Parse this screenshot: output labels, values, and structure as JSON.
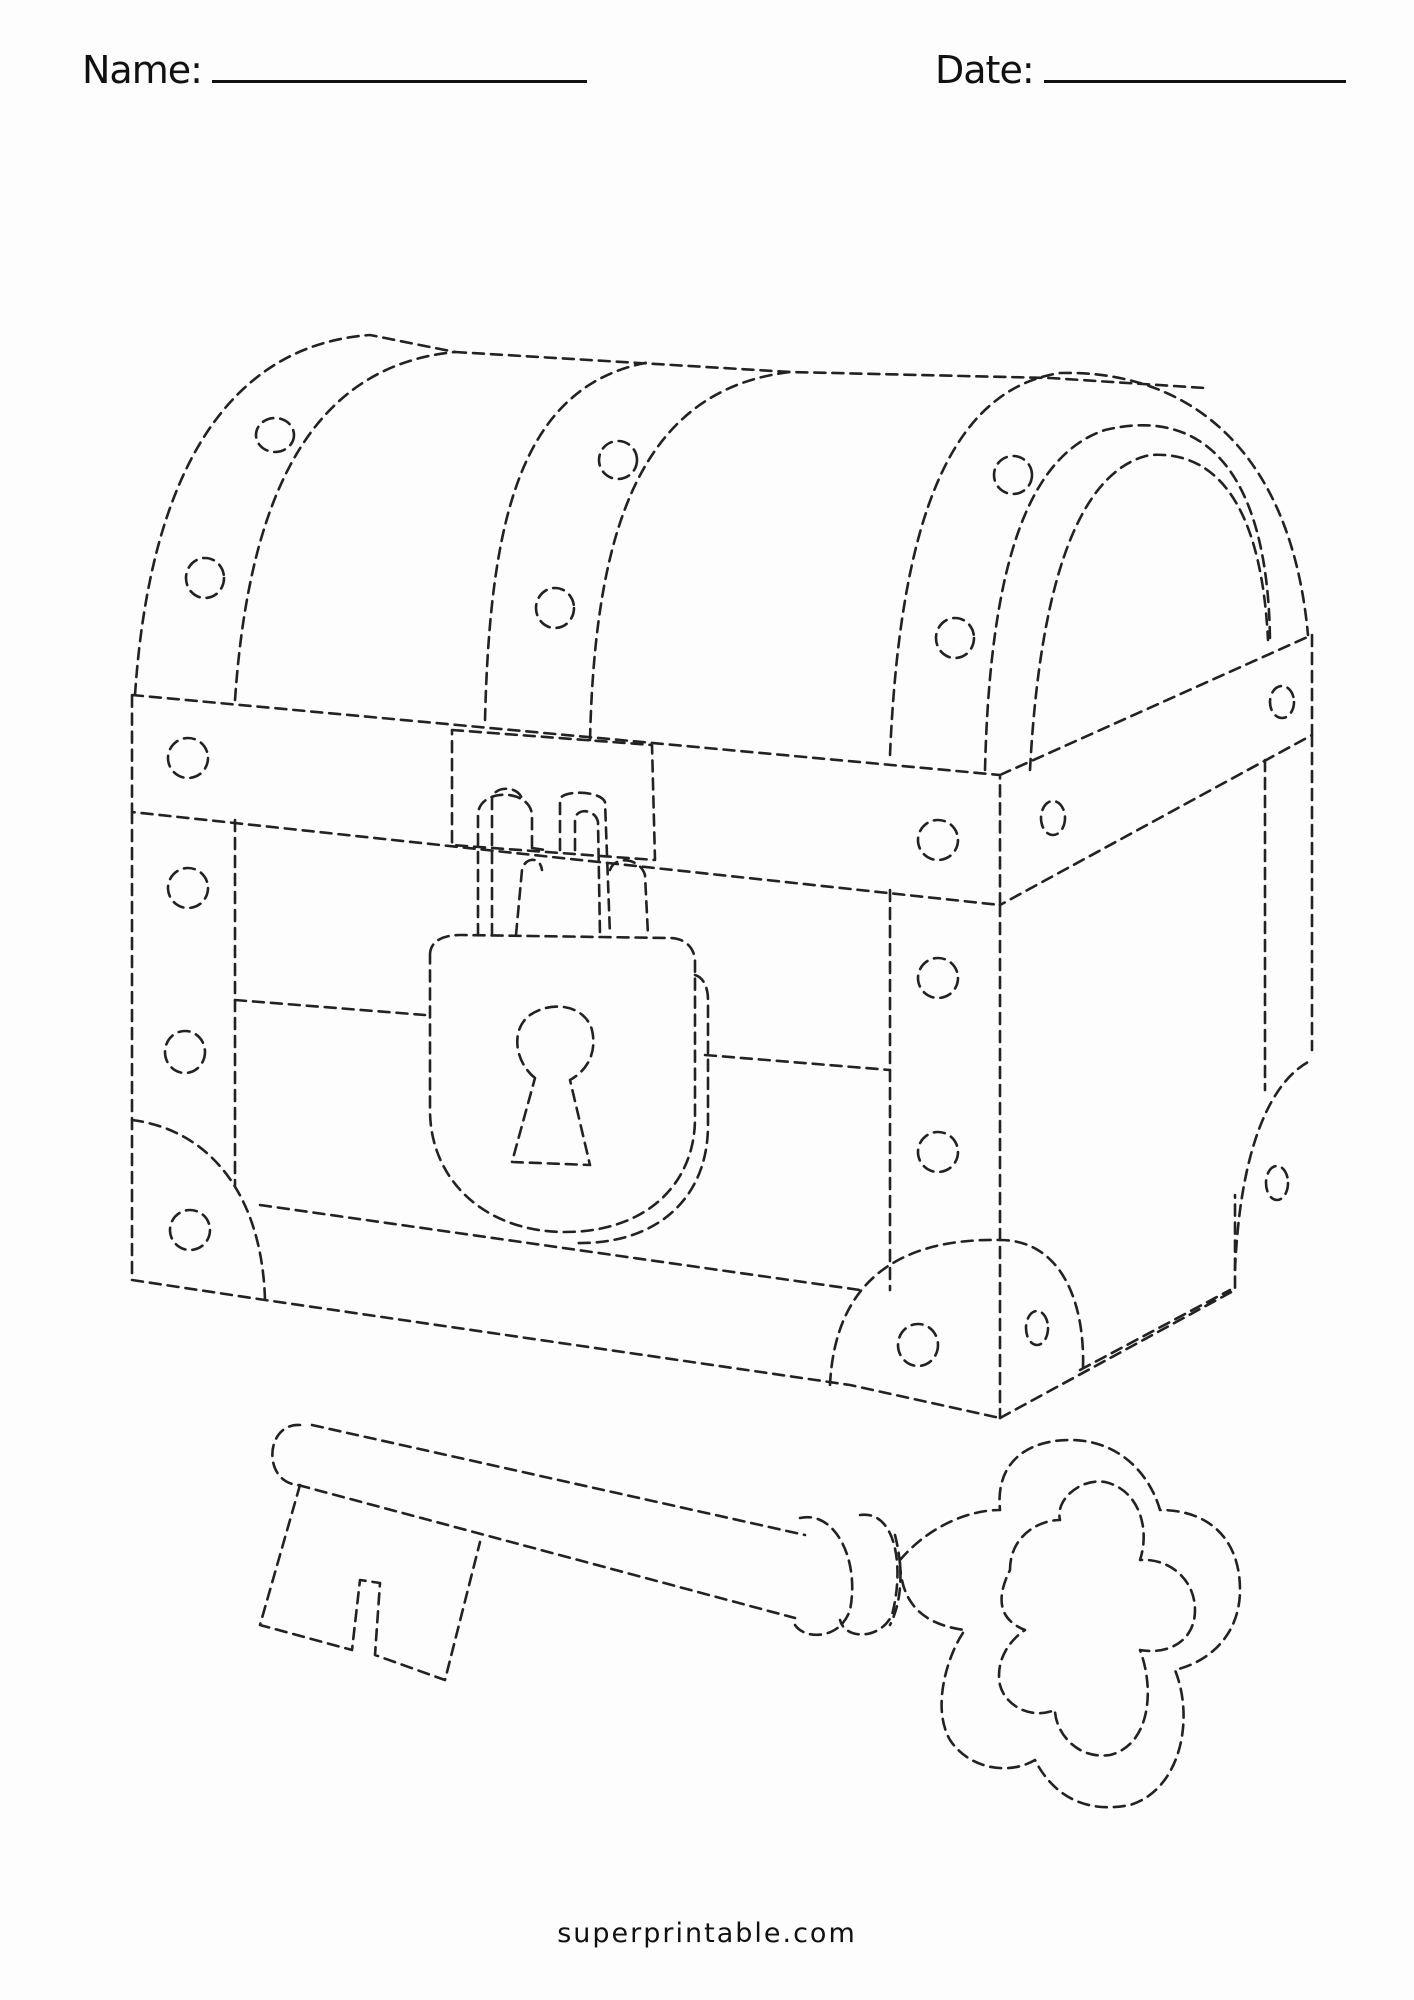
{
  "header": {
    "name_label": "Name:",
    "date_label": "Date:"
  },
  "artwork": {
    "subjects": [
      "treasure-chest",
      "padlock",
      "key"
    ],
    "line_style": "dashed tracing lines"
  },
  "footer": {
    "site": "superprintable.com"
  }
}
